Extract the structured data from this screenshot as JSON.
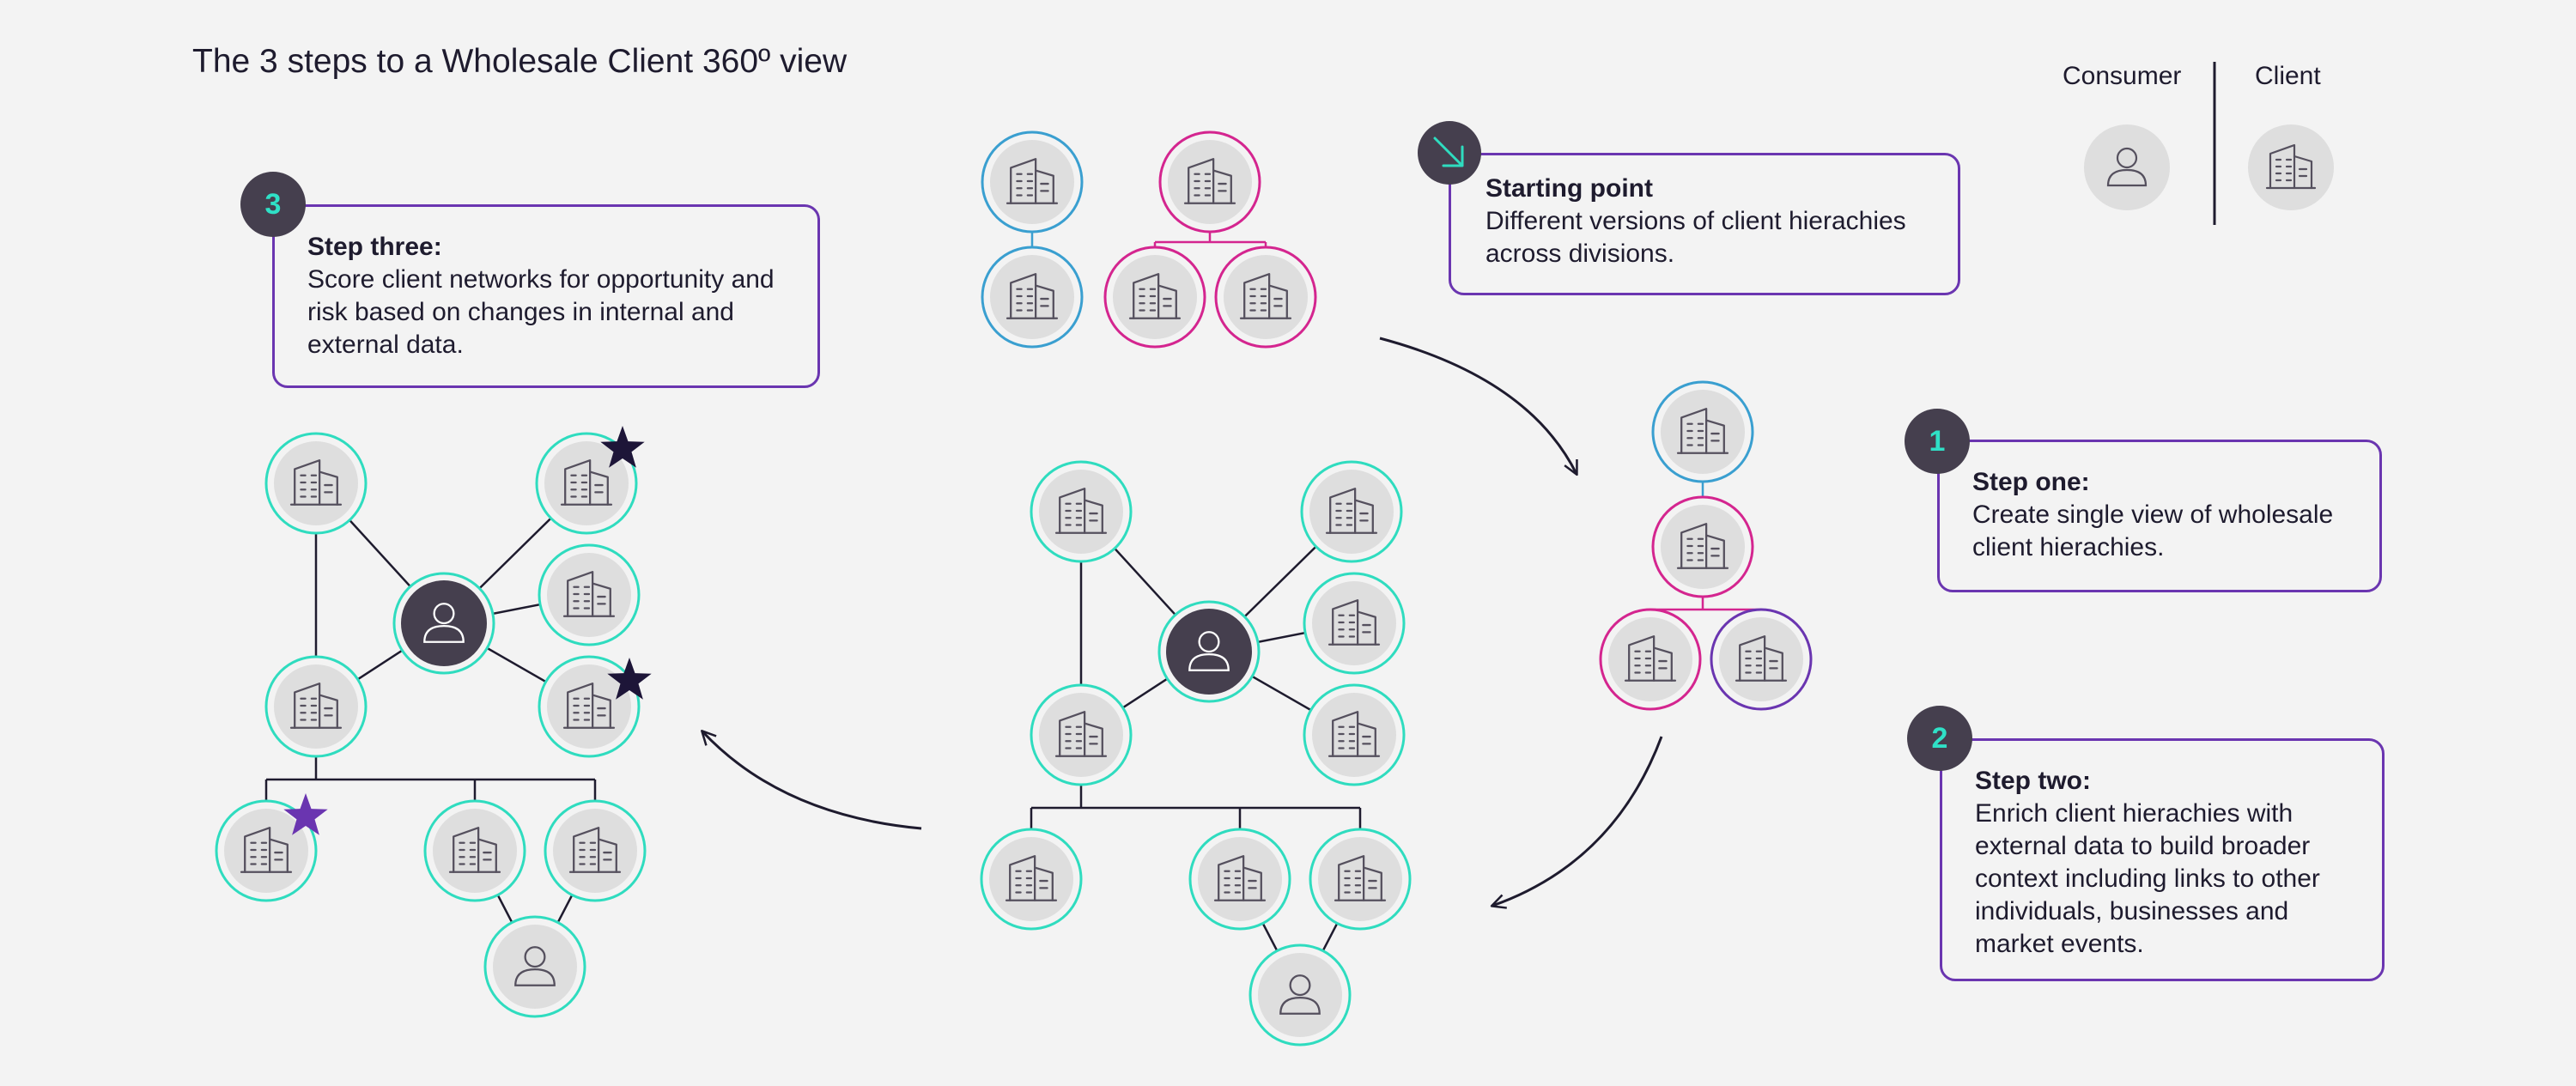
{
  "title": "The 3 steps to a Wholesale Client 360º view",
  "legend": {
    "consumer_label": "Consumer",
    "client_label": "Client",
    "consumer_icon": "person-icon",
    "client_icon": "building-icon"
  },
  "starting_point": {
    "heading": "Starting point",
    "body": "Different versions of client hierachies across divisions.",
    "icon": "arrow-down-right-icon"
  },
  "step_one": {
    "number": "1",
    "heading": "Step one:",
    "body": "Create single view of wholesale client hierachies."
  },
  "step_two": {
    "number": "2",
    "heading": "Step two:",
    "body": "Enrich client hierachies with external data to build broader context including links to other individuals, businesses and market events."
  },
  "step_three": {
    "number": "3",
    "heading": "Step three:",
    "body": "Score client networks for opportunity and risk based on changes in internal and external data."
  },
  "colors": {
    "teal": "#2fdcbf",
    "blue": "#3a9fd0",
    "magenta": "#d4258f",
    "purple": "#6a35b0",
    "dark": "#453f4e",
    "star_dark": "#1d1538",
    "star_purple": "#6a35b0"
  }
}
